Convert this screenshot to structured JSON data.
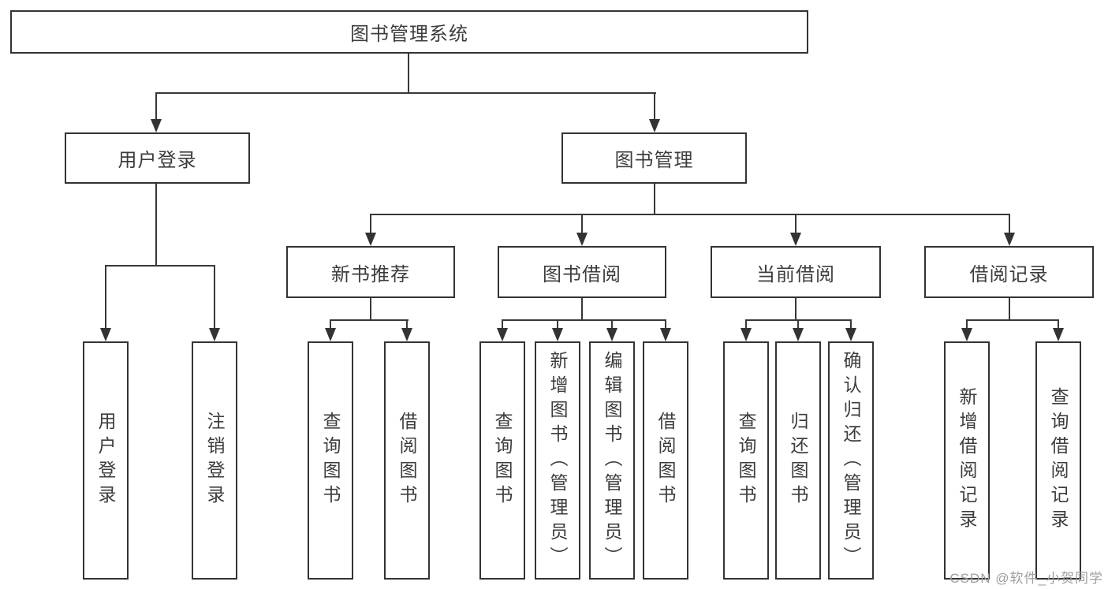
{
  "diagram": {
    "root": {
      "label": "图书管理系统"
    },
    "level2": [
      {
        "label": "用户登录"
      },
      {
        "label": "图书管理"
      }
    ],
    "level3": [
      {
        "label": "新书推荐"
      },
      {
        "label": "图书借阅"
      },
      {
        "label": "当前借阅"
      },
      {
        "label": "借阅记录"
      }
    ],
    "leaves": {
      "user_login": [
        {
          "label": "用户登录"
        },
        {
          "label": "注销登录"
        }
      ],
      "new_book": [
        {
          "label": "查询图书"
        },
        {
          "label": "借阅图书"
        }
      ],
      "book_borrow": [
        {
          "label": "查询图书"
        },
        {
          "label": "新增图书（管理员）"
        },
        {
          "label": "编辑图书（管理员）"
        },
        {
          "label": "借阅图书"
        }
      ],
      "current_borrow": [
        {
          "label": "查询图书"
        },
        {
          "label": "归还图书"
        },
        {
          "label": "确认归还（管理员）"
        }
      ],
      "borrow_record": [
        {
          "label": "新增借阅记录"
        },
        {
          "label": "查询借阅记录"
        }
      ]
    },
    "watermark": "CSDN @软件_小贺同学",
    "colors": {
      "line": "#383838",
      "border": "#333333",
      "text": "#3d3d3d",
      "watermark": "#9e9e9e",
      "background": "#ffffff"
    }
  }
}
